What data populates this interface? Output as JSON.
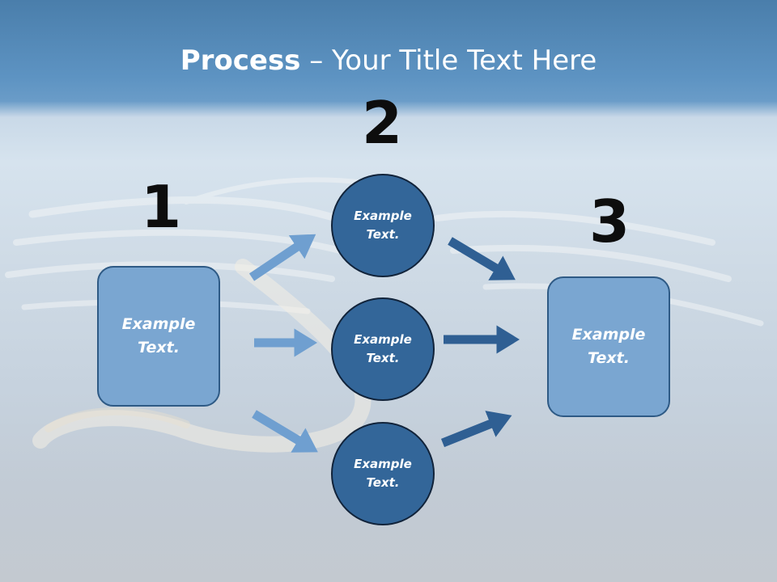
{
  "title": {
    "bold": "Process",
    "rest": " – Your Title Text Here"
  },
  "numbers": {
    "one": "1",
    "two": "2",
    "three": "3"
  },
  "left_box": {
    "label": "Example Text."
  },
  "right_box": {
    "label": "Example Text."
  },
  "circles": [
    {
      "label": "Example Text."
    },
    {
      "label": "Example Text."
    },
    {
      "label": "Example Text."
    }
  ],
  "colors": {
    "box_fill": "#7aa6d1",
    "circle_fill": "#336699",
    "arrow_light": "#6f9fd0",
    "arrow_dark": "#2f5f93"
  }
}
